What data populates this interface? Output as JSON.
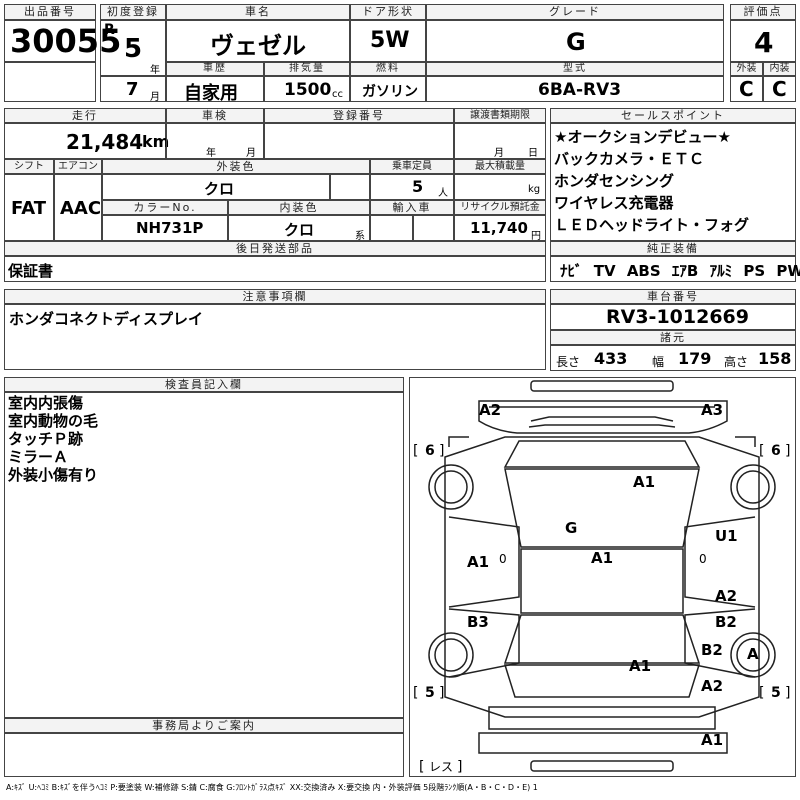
{
  "header_labels": {
    "lot_no": "出品番号",
    "first_reg": "初度登録",
    "car_name": "車名",
    "door": "ドア形状",
    "grade": "グレード",
    "score": "評価点",
    "history": "車歴",
    "displacement": "排気量",
    "fuel": "燃料",
    "model_code": "型式",
    "exterior": "外装",
    "interior": "内装",
    "mileage": "走行",
    "inspection": "車検",
    "reg_no": "登録番号",
    "transfer_deadline": "譲渡書類期限",
    "sales_point": "セールスポイント",
    "shift": "シフト",
    "aircon": "エアコン",
    "ext_color": "外装色",
    "capacity": "乗車定員",
    "max_load": "最大積載量",
    "color_no": "カラーNo.",
    "int_color": "内装色",
    "import": "輸入車",
    "recycle": "リサイクル預託金",
    "later_docs": "後日発送部品",
    "standard_equip": "純正装備",
    "notes": "注意事項欄",
    "chassis_no": "車台番号",
    "specs": "諸元",
    "inspector": "検査員記入欄",
    "office": "事務局よりご案内"
  },
  "vehicle": {
    "lot_no": "30055",
    "era": "R",
    "year": "5",
    "year_unit": "年",
    "month": "7",
    "month_unit": "月",
    "car_name": "ヴェゼル",
    "door": "5W",
    "grade": "G",
    "score": "4",
    "history": "自家用",
    "displacement": "1500",
    "displacement_unit": "cc",
    "fuel": "ガソリン",
    "model_code": "6BA-RV3",
    "exterior_grade": "C",
    "interior_grade": "C",
    "mileage": "21,484",
    "mileage_unit": "km",
    "insp_year": "年",
    "insp_month": "月",
    "deadline_month": "月",
    "deadline_day": "日",
    "shift": "FAT",
    "aircon": "AAC",
    "ext_color": "クロ",
    "capacity": "5",
    "capacity_unit": "人",
    "max_load_unit": "kg",
    "color_no": "NH731P",
    "int_color": "クロ",
    "int_suffix": "系",
    "recycle": "11,740",
    "recycle_unit": "円",
    "later_docs": "保証書",
    "chassis_no": "RV3-1012669",
    "length_label": "長さ",
    "length": "433",
    "width_label": "幅",
    "width": "179",
    "height_label": "高さ",
    "height": "158"
  },
  "sales_points": [
    "★オークションデビュー★",
    "バックカメラ・ＥＴＣ",
    "ホンダセンシング",
    "ワイヤレス充電器",
    "ＬＥＤヘッドライト・フォグ"
  ],
  "equipment": [
    "ﾅﾋﾞ",
    "TV",
    "ABS",
    "ｴｱB",
    "ｱﾙﾐ",
    "PS",
    "PW"
  ],
  "notes": "ホンダコネクトディスプレイ",
  "inspector_notes": [
    "室内内張傷",
    "室内動物の毛",
    "タッチＰ跡",
    "ミラーＡ",
    "外装小傷有り"
  ],
  "diagram_marks": {
    "a2_top": "A2",
    "a3_top": "A3",
    "tire_fl": "6",
    "tire_fr": "6",
    "hood": "A1",
    "windshield": "G",
    "roof": "A1",
    "door_l": "A1",
    "door_r_up": "U1",
    "door_r_low": "A2",
    "rear_l": "B3",
    "rear_r": "B2",
    "qtr_r": "B2",
    "trunk": "A1",
    "spare": "A",
    "bumper_r": "A2",
    "rear_bumper": "A1",
    "tire_rl": "5",
    "tire_rr": "5",
    "less": "レス",
    "zero_l": "0",
    "zero_r": "0"
  },
  "legend": "A:ｷｽﾞ U:ﾍｺﾐ B:ｷｽﾞを伴うﾍｺﾐ P:要塗装 W:補修跡 S:錆 C:腐食 G:ﾌﾛﾝﾄｶﾞﾗｽ点ｷｽﾞ XX:交換済み X:要交換 内・外装評価 5段階ﾗﾝｸ順(A・B・C・D・E) 1"
}
